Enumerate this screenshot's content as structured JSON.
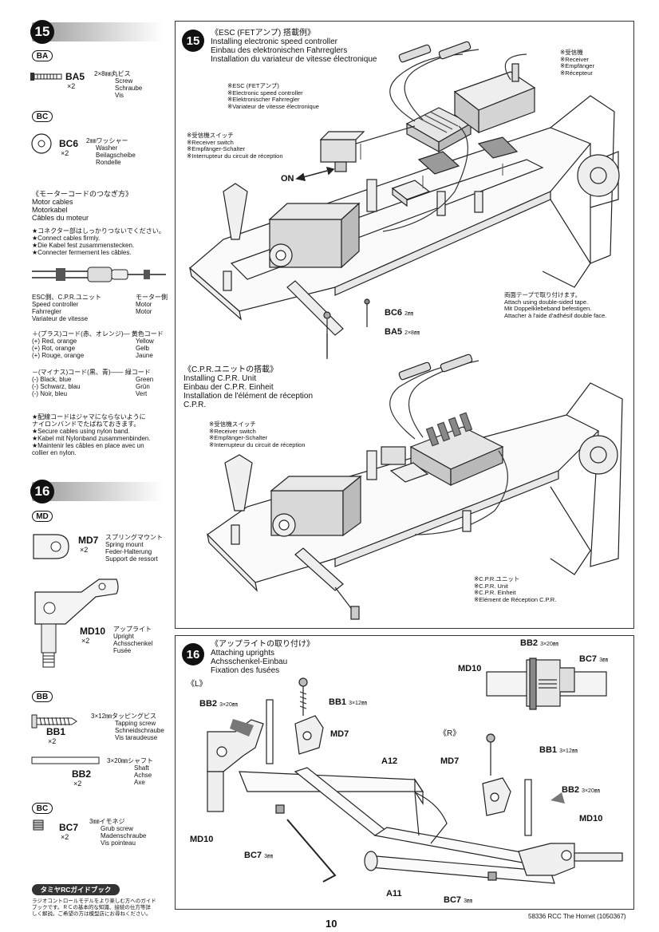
{
  "left": {
    "step15": {
      "number": "15",
      "bag_ba": "BA",
      "ba5": {
        "code": "BA5",
        "qty": "×2",
        "desc": [
          "2×8㎜丸ビス",
          "Screw",
          "Schraube",
          "Vis"
        ]
      },
      "bag_bc": "BC",
      "bc6": {
        "code": "BC6",
        "qty": "×2",
        "desc": [
          "2㎜ワッシャー",
          "Washer",
          "Beilagscheibe",
          "Rondelle"
        ]
      },
      "motor_title": [
        "《モーターコードのつなぎ方》",
        "Motor cables",
        "Motorkabel",
        "Câbles du moteur"
      ],
      "connect": [
        "★コネクター部はしっかりつないでください。",
        "★Connect cables firmly.",
        "★Die Kabel fest zusammenstecken.",
        "★Connecter fermement les câbles."
      ],
      "esc_side": [
        "ESC側、C.P.R.ユニット",
        "Speed controller",
        "Fahrregler",
        "Variateur de vitesse"
      ],
      "motor_side": [
        "モーター側",
        "Motor",
        "Motor",
        "Moteur"
      ],
      "plus": [
        "＋(プラス)コード(赤、オレンジ)― 黄色コード",
        "(+) Red, orange",
        "(+) Rot, orange",
        "(+) Rouge, orange"
      ],
      "plus_right": [
        "Yellow",
        "Gelb",
        "Jaune"
      ],
      "minus": [
        "－(マイナス)コード(黒、青)―― 緑コード",
        "(-) Black, blue",
        "(-) Schwarz, blau",
        "(-) Noir, bleu"
      ],
      "minus_right": [
        "Green",
        "Grün",
        "Vert"
      ],
      "nylon": [
        "★配線コードはジャマにならないように",
        "ナイロンバンドでたばねておきます。",
        "★Secure cables using nylon band.",
        "★Kabel mit Nylonband zusammenbinden.",
        "★Maintenir les câbles en place avec un",
        "collier en nylon."
      ]
    },
    "step16": {
      "number": "16",
      "bag_md": "MD",
      "md7": {
        "code": "MD7",
        "qty": "×2",
        "desc": [
          "スプリングマウント",
          "Spring mount",
          "Feder-Halterung",
          "Support de ressort"
        ]
      },
      "md10": {
        "code": "MD10",
        "qty": "×2",
        "desc": [
          "アップライト",
          "Upright",
          "Achsschenkel",
          "Fusée"
        ]
      },
      "bag_bb": "BB",
      "bb1": {
        "code": "BB1",
        "qty": "×2",
        "desc": [
          "3×12㎜タッピングビス",
          "Tapping screw",
          "Schneidschraube",
          "Vis taraudeuse"
        ]
      },
      "bb2": {
        "code": "BB2",
        "qty": "×2",
        "desc": [
          "3×20㎜シャフト",
          "Shaft",
          "Achse",
          "Axe"
        ]
      },
      "bag_bc": "BC",
      "bc7": {
        "code": "BC7",
        "qty": "×2",
        "desc": [
          "3㎜イモネジ",
          "Grub screw",
          "Madenschraube",
          "Vis pointeau"
        ]
      }
    },
    "guide": {
      "badge": "タミヤRCガイドブック",
      "text": [
        "ラジオコントロールモデルをより楽しむ方へのガイド",
        "ブックです。ＲＣの基本的な知識、接続の仕方等詳",
        "しく解説。ご希望の方は模型店にお尋ねください。"
      ]
    }
  },
  "panel15": {
    "number": "15",
    "title": [
      "《ESC (FETアンプ) 搭載例》",
      "Installing electronic speed controller",
      "Einbau des elektronischen Fahrreglers",
      "Installation du variateur de vitesse électronique"
    ],
    "receiver": [
      "※受信機",
      "※Receiver",
      "※Empfänger",
      "※Récepteur"
    ],
    "esc": [
      "※ESC (FETアンプ)",
      "※Electronic speed controller",
      "※Elektronischer Fahrregler",
      "※Variateur de vitesse électronique"
    ],
    "switch": [
      "※受信機スイッチ",
      "※Receiver switch",
      "※Empfänger-Schalter",
      "※Interrupteur du circuit de réception"
    ],
    "on": "ON",
    "tape": [
      "両面テープで取り付けます。",
      "Attach using double-sided tape.",
      "Mit Doppelklebeband befestigen.",
      "Attacher à l'aide d'adhésif double face."
    ],
    "bc6": {
      "code": "BC6",
      "size": "2㎜"
    },
    "ba5": {
      "code": "BA5",
      "size": "2×8㎜"
    },
    "cpr_title": [
      "《C.P.R.ユニットの搭載》",
      "Installing C.P.R. Unit",
      "Einbau der C.P.R. Einheit",
      "Installation de l'élément de réception",
      "C.P.R."
    ],
    "switch2": [
      "※受信機スイッチ",
      "※Receiver switch",
      "※Empfänger-Schalter",
      "※Interrupteur du circuit de réception"
    ],
    "cpr_unit": [
      "※C.P.R.ユニット",
      "※C.P.R. Unit",
      "※C.P.R. Einheit",
      "※Elément de Réception C.P.R."
    ]
  },
  "panel16": {
    "number": "16",
    "title": [
      "《アップライトの取り付け》",
      "Attaching uprights",
      "Achsschenkel-Einbau",
      "Fixation des fusées"
    ],
    "left_mark": "《L》",
    "right_mark": "《R》",
    "labels": {
      "bb2_top": "BB2",
      "bb2_top_size": "3×20㎜",
      "bc7_top": "BC7",
      "bc7_top_size": "3㎜",
      "md10_top": "MD10",
      "bb2_l": "BB2",
      "bb2_l_size": "3×20㎜",
      "bb1_l": "BB1",
      "bb1_l_size": "3×12㎜",
      "md7_l": "MD7",
      "a12": "A12",
      "md10_l": "MD10",
      "bc7_l": "BC7",
      "bc7_l_size": "3㎜",
      "a11": "A11",
      "md7_r": "MD7",
      "bb1_r": "BB1",
      "bb1_r_size": "3×12㎜",
      "bb2_r": "BB2",
      "bb2_r_size": "3×20㎜",
      "md10_r": "MD10",
      "bc7_r": "BC7",
      "bc7_r_size": "3㎜"
    }
  },
  "footer": {
    "page": "10",
    "code": "58336 RCC The Hornet (1050367)"
  }
}
